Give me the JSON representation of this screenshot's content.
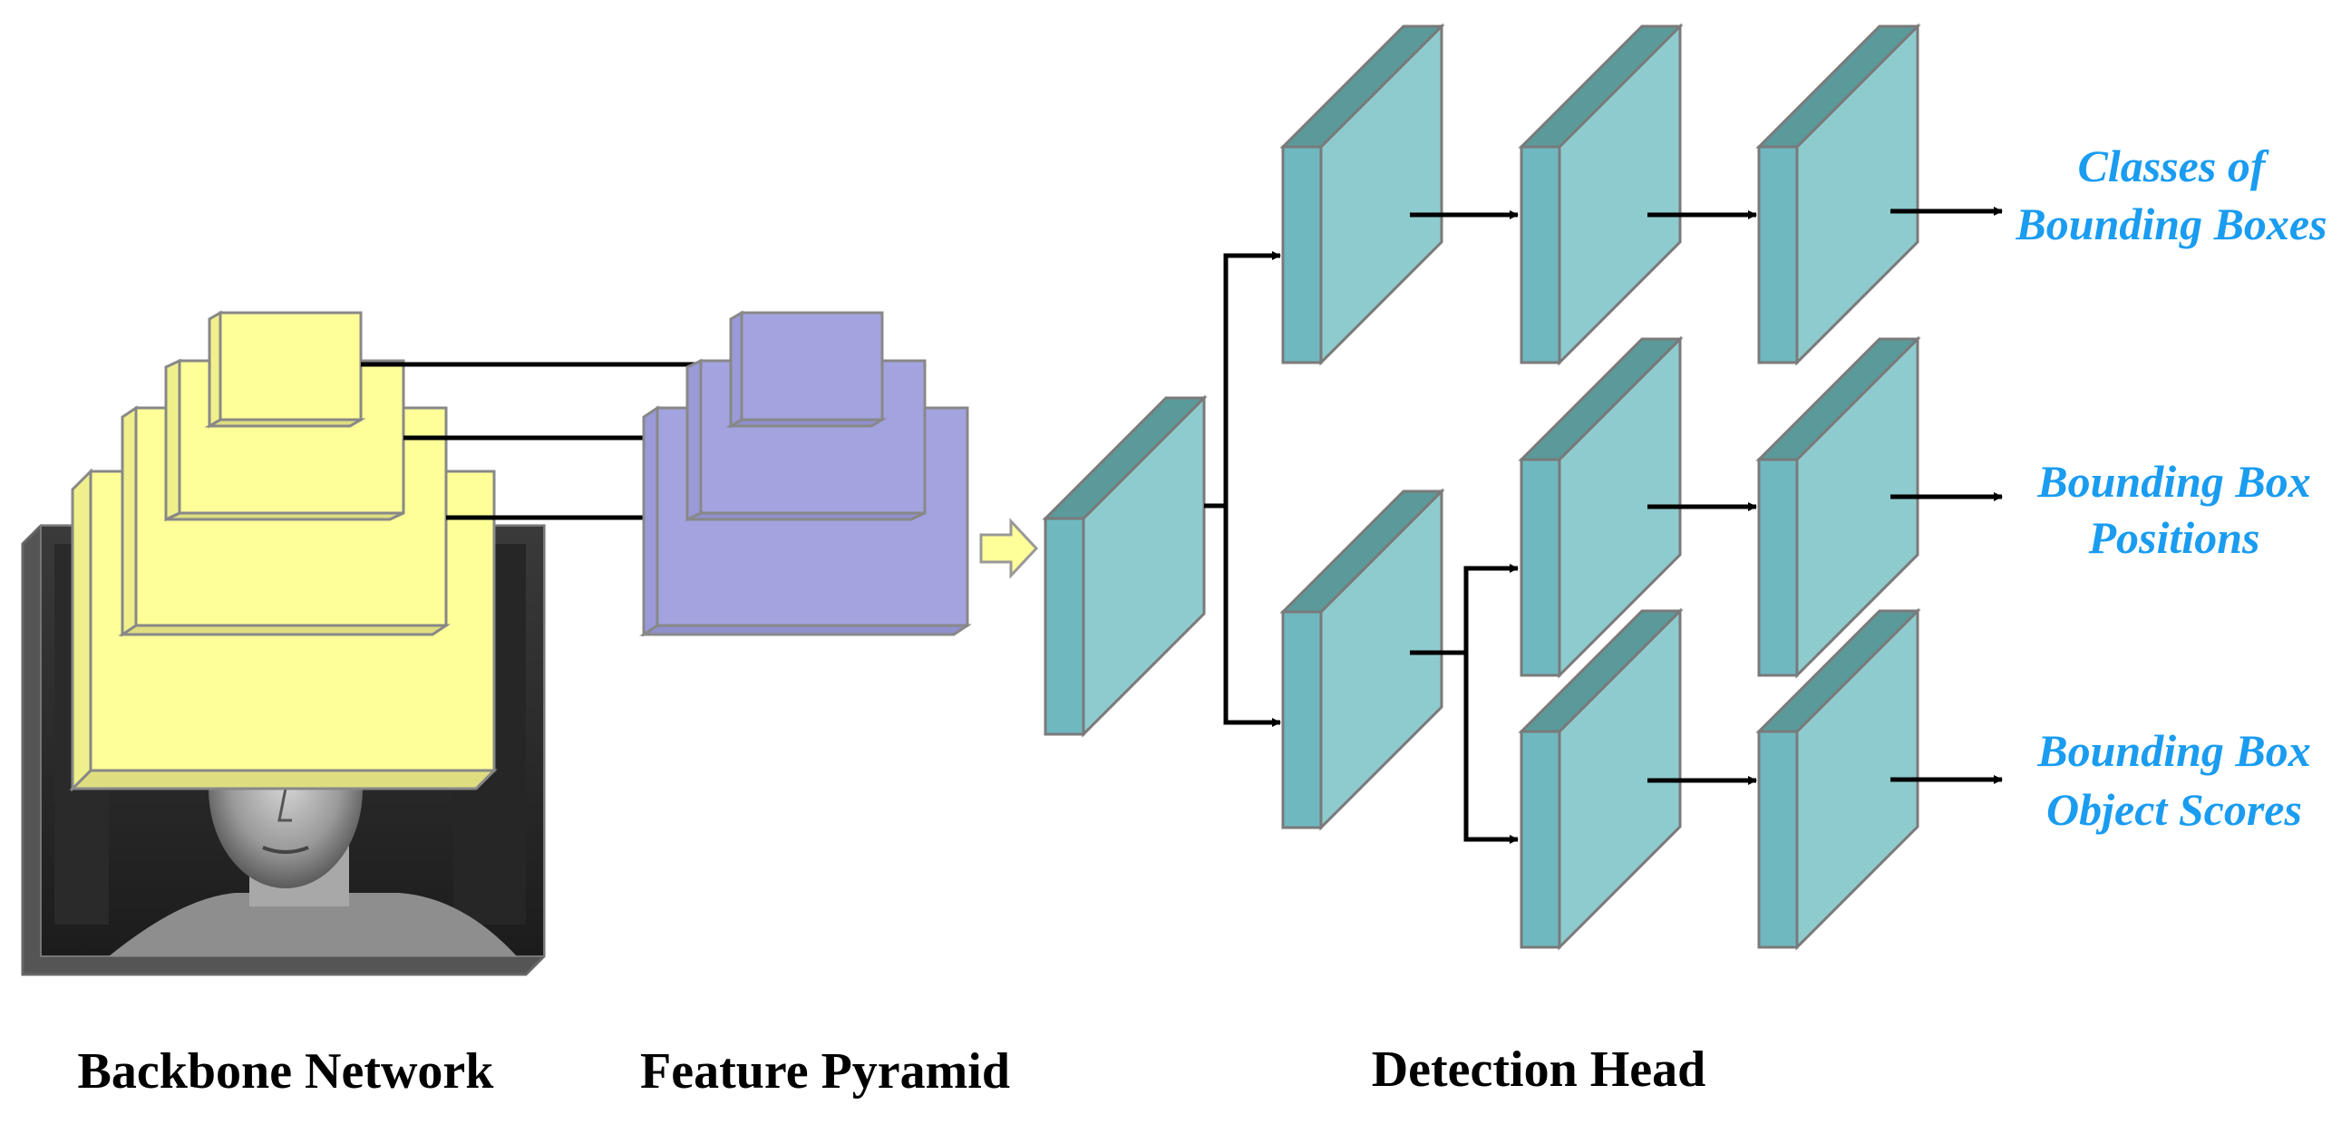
{
  "stages": {
    "backbone": "Backbone Network",
    "pyramid": "Feature Pyramid",
    "head": "Detection Head"
  },
  "outputs": {
    "classes": [
      "Classes of",
      "Bounding Boxes"
    ],
    "positions": [
      "Bounding Box",
      "Positions"
    ],
    "scores": [
      "Bounding Box",
      "Object Scores"
    ]
  },
  "colors": {
    "backbone": "#ffff99",
    "pyramid": "#a3a3e0",
    "head_front": "#8ecbce",
    "head_side": "#6fb8c0",
    "head_top": "#5a9a9a",
    "output_text": "#1a9cf0",
    "arrow": "#000000"
  },
  "icons": {
    "input_image": "grayscale-face-photo"
  }
}
